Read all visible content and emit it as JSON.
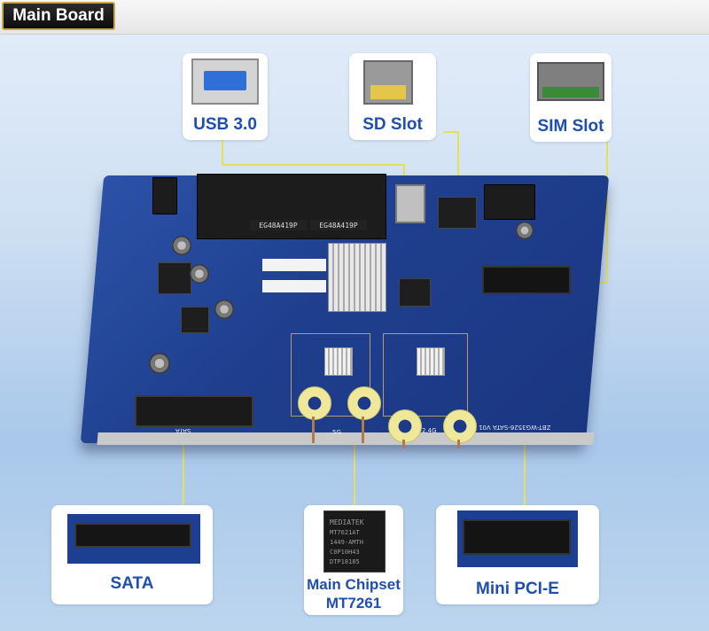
{
  "header": {
    "title": "Main Board"
  },
  "callouts": {
    "usb": "USB 3.0",
    "sd": "SD Slot",
    "sim": "SIM Slot",
    "sata": "SATA",
    "chipset_line1": "Main Chipset",
    "chipset_line2": "MT7261",
    "minipcie": "Mini PCI-E"
  },
  "board_markings": {
    "sata_silk": "SATA",
    "model_silk": "ZBT-WG3526-SATA V01",
    "ant_5g": "5G",
    "ant_24g": "2.4G",
    "transformer_1": "EG48A419P",
    "transformer_2": "EG48A419P",
    "chip_brand": "MEDIATEK",
    "chip_model": "MT7621AT",
    "chip_line3": "1449-AMTH",
    "chip_line4": "C0P10H43",
    "chip_line5": "DTP18185"
  },
  "colors": {
    "accent_text": "#1f4fae",
    "connector_line": "#e5e05a",
    "title_border": "#c9a64a",
    "board_blue": "#1f3f8e"
  }
}
